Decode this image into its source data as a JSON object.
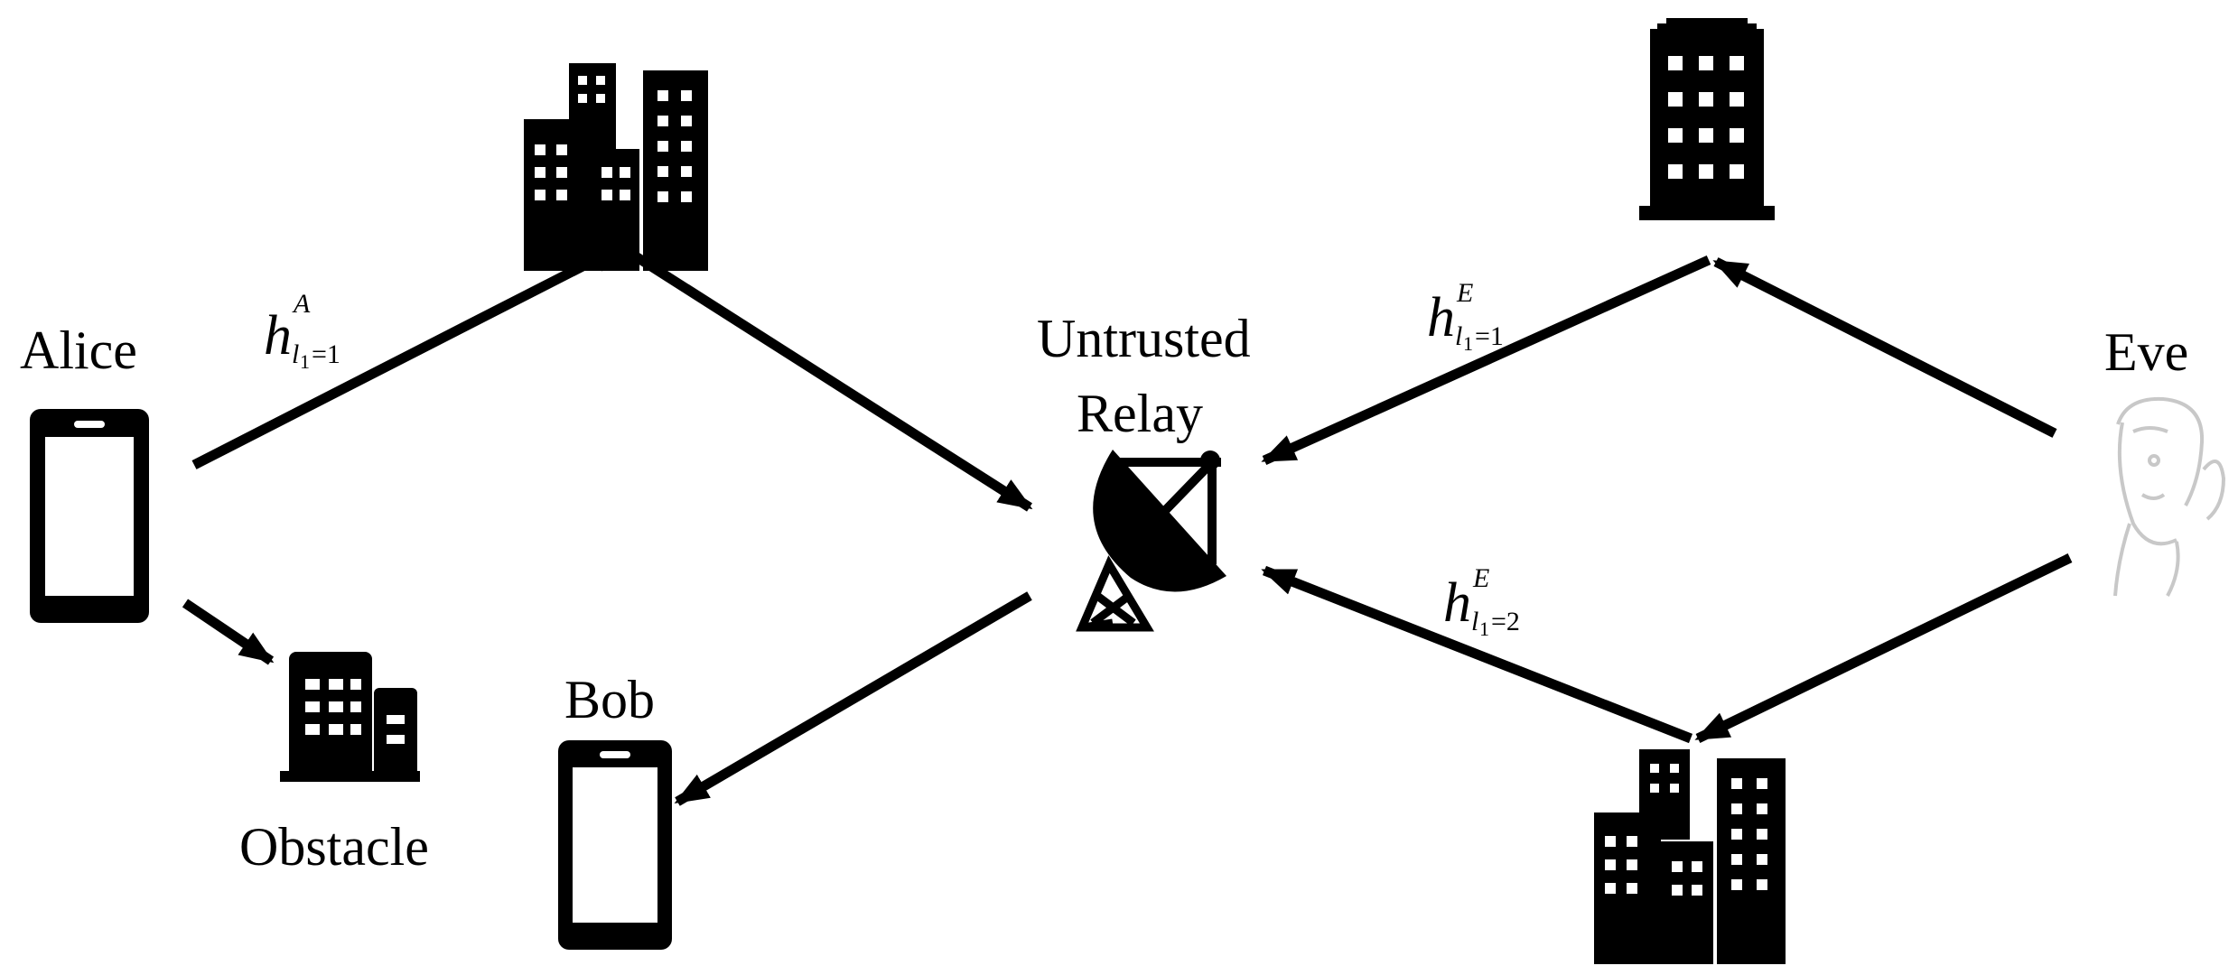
{
  "nodes": {
    "alice": "Alice",
    "bob": "Bob",
    "eve": "Eve",
    "relay_line1": "Untrusted",
    "relay_line2": "Relay",
    "obstacle": "Obstacle"
  },
  "channels": {
    "alice_path": {
      "base": "h",
      "sup": "A",
      "sub_letter": "l",
      "sub_index": "1",
      "sub_eq": "=1"
    },
    "eve_path1": {
      "base": "h",
      "sup": "E",
      "sub_letter": "l",
      "sub_index": "1",
      "sub_eq": "=1"
    },
    "eve_path2": {
      "base": "h",
      "sup": "E",
      "sub_letter": "l",
      "sub_index": "1",
      "sub_eq": "=2"
    }
  },
  "icons": {
    "phone": "smartphone-icon",
    "buildings": "building-cluster-icon",
    "tower": "tall-building-icon",
    "relay": "satellite-dish-icon",
    "eve": "eavesdropper-person-icon"
  },
  "colors": {
    "ink": "#000000",
    "background": "#ffffff"
  }
}
